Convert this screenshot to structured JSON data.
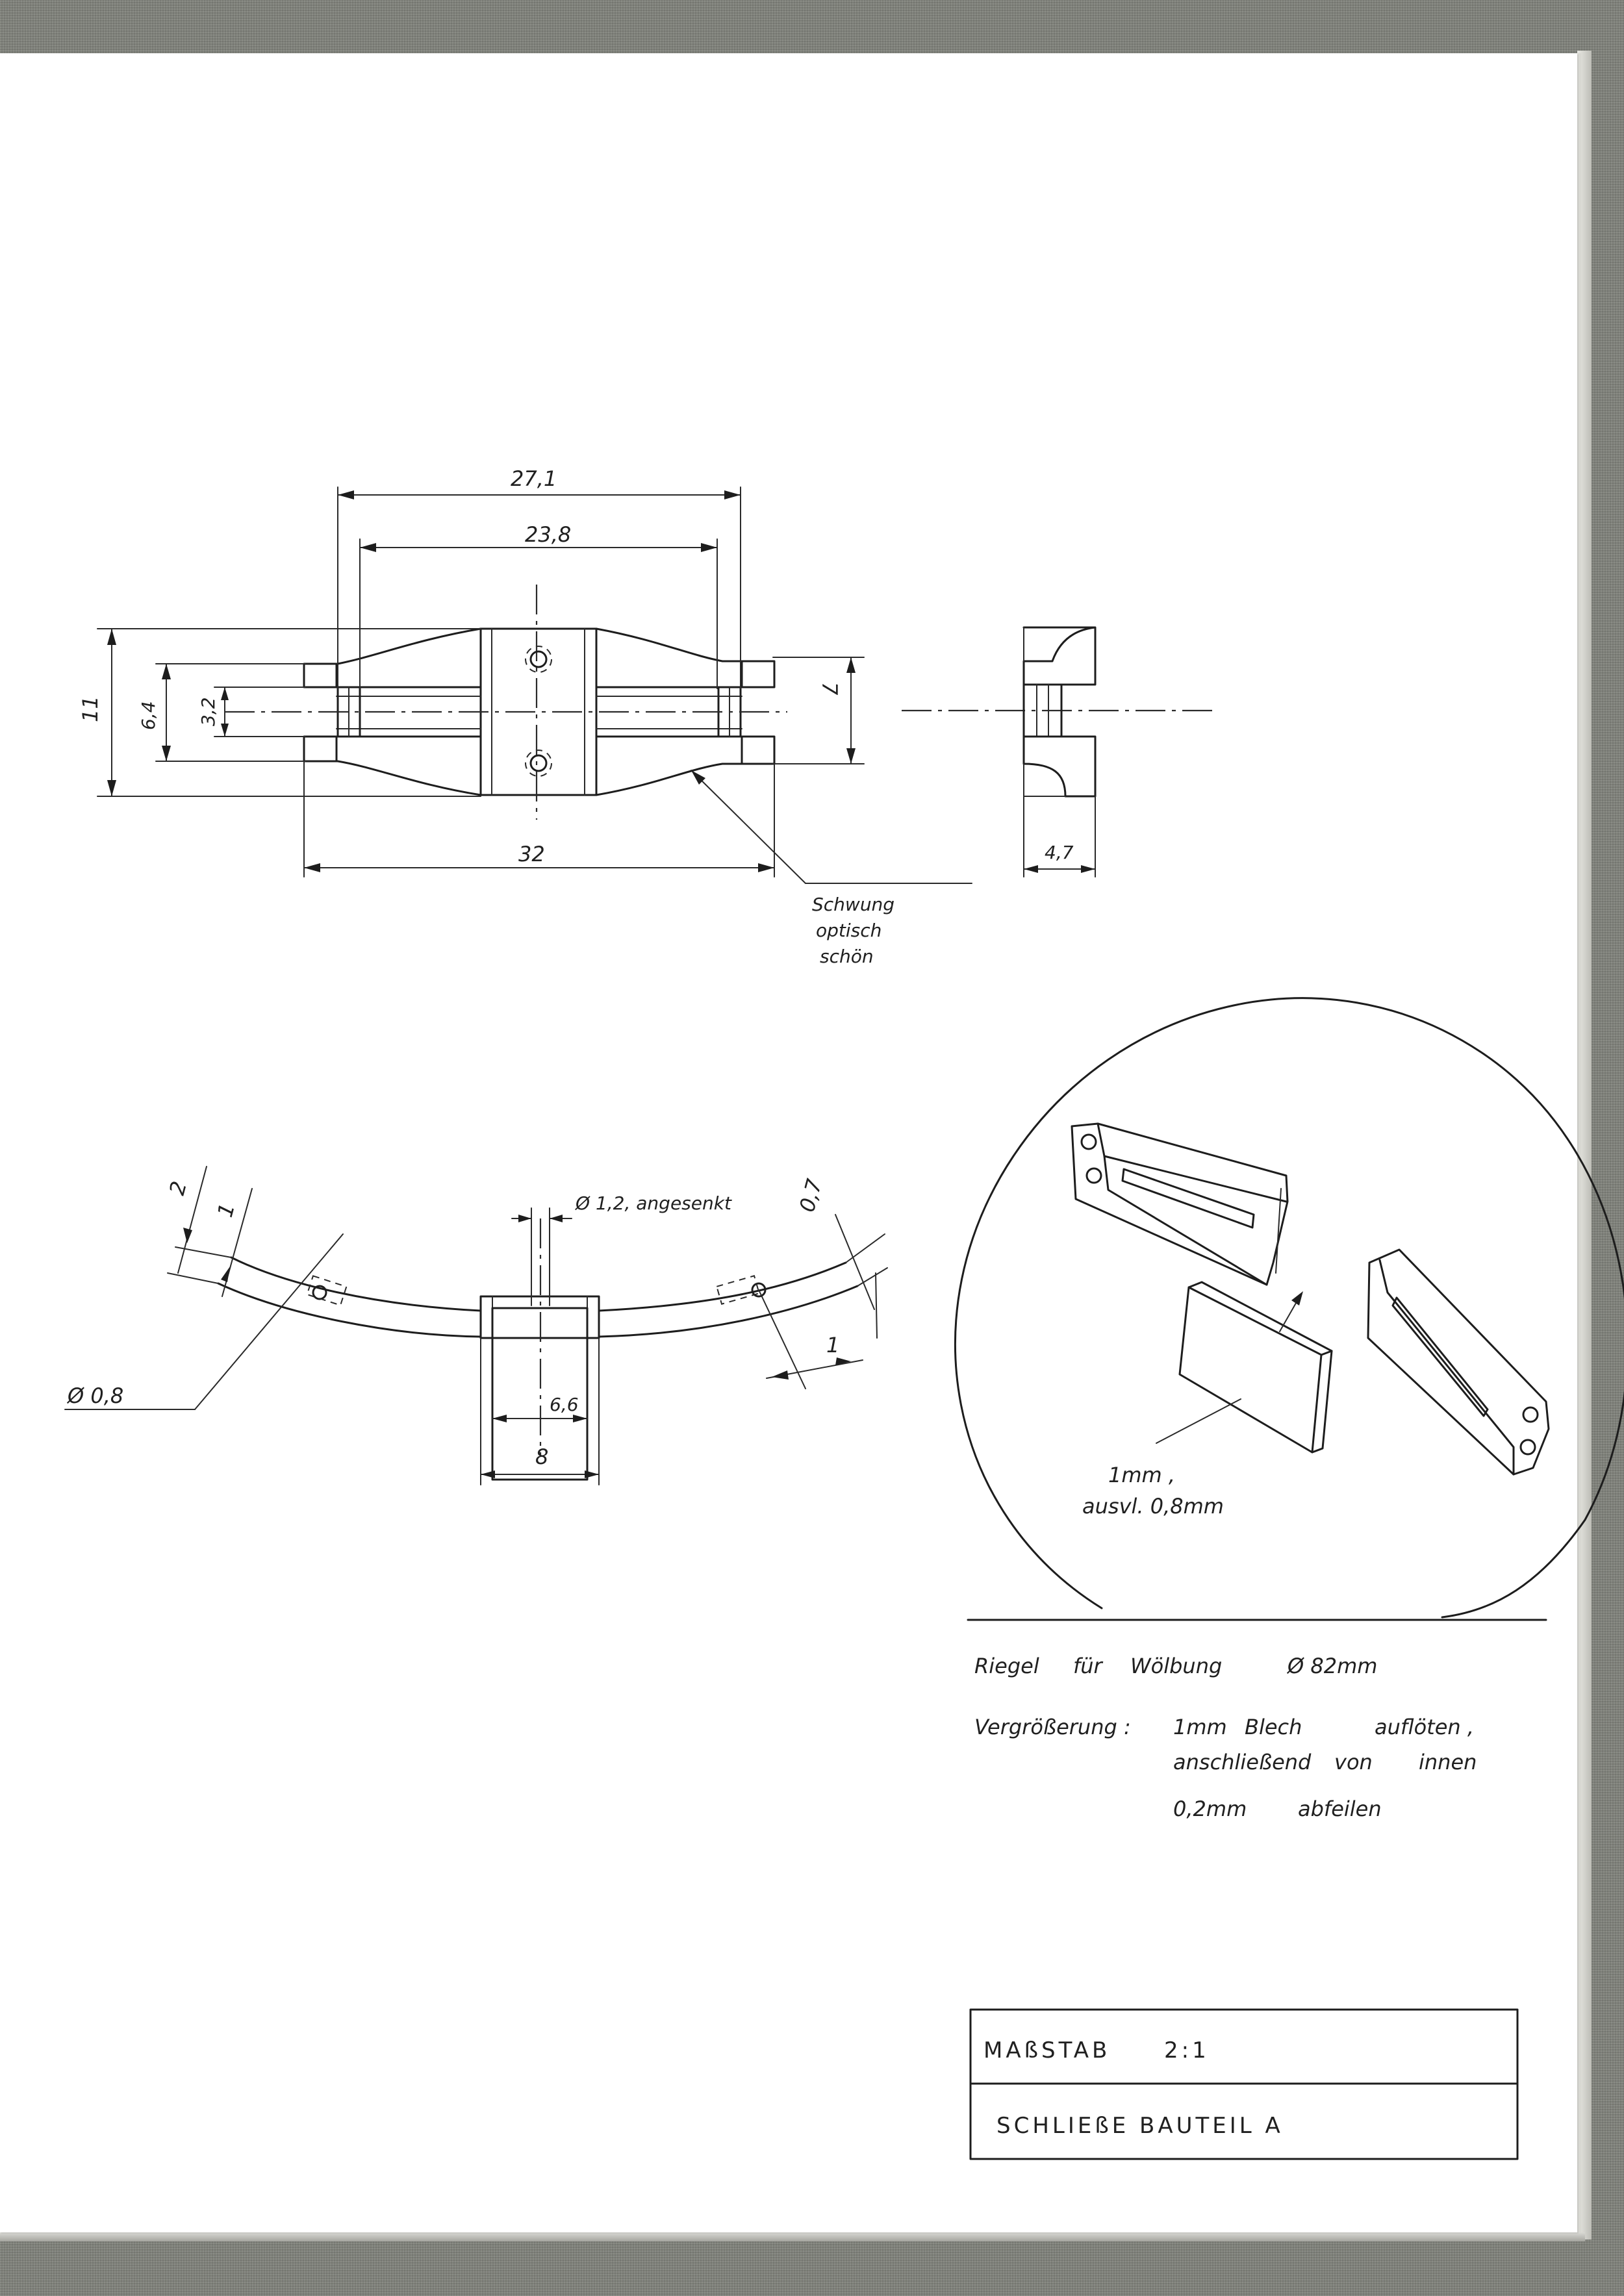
{
  "top_view": {
    "dims": {
      "total_length": "27,1",
      "inner_length": "23,8",
      "height": "11",
      "inner_height": "6,4",
      "pin_height": "3,2",
      "right_height": "7",
      "bottom_length": "32"
    },
    "note": [
      "Schwung",
      "optisch",
      "schön"
    ]
  },
  "side_view": {
    "width": "4,7"
  },
  "curved_view": {
    "dims": {
      "left_a": "2",
      "left_b": "1",
      "hole": "Ø 1,2, angesenkt",
      "right_a": "0,7",
      "right_b": "1",
      "pin_dia": "Ø 0,8",
      "center_inner": "6,6",
      "center_outer": "8"
    }
  },
  "detail": {
    "label_line1": "1mm ,",
    "label_line2": "ausvl. 0,8mm"
  },
  "notes": {
    "line1_a": "Riegel",
    "line1_b": "für",
    "line1_c": "Wölbung",
    "line1_d": "Ø 82mm",
    "line2_a": "Vergrößerung :",
    "line2_b": "1mm",
    "line2_c": "Blech",
    "line2_d": "auflöten ,",
    "line3_a": "anschließend",
    "line3_b": "von",
    "line3_c": "innen",
    "line4_a": "0,2mm",
    "line4_b": "abfeilen"
  },
  "title_block": {
    "scale_label": "MAßSTAB",
    "scale_value": "2:1",
    "title": "SCHLIEßE BAUTEIL A"
  }
}
